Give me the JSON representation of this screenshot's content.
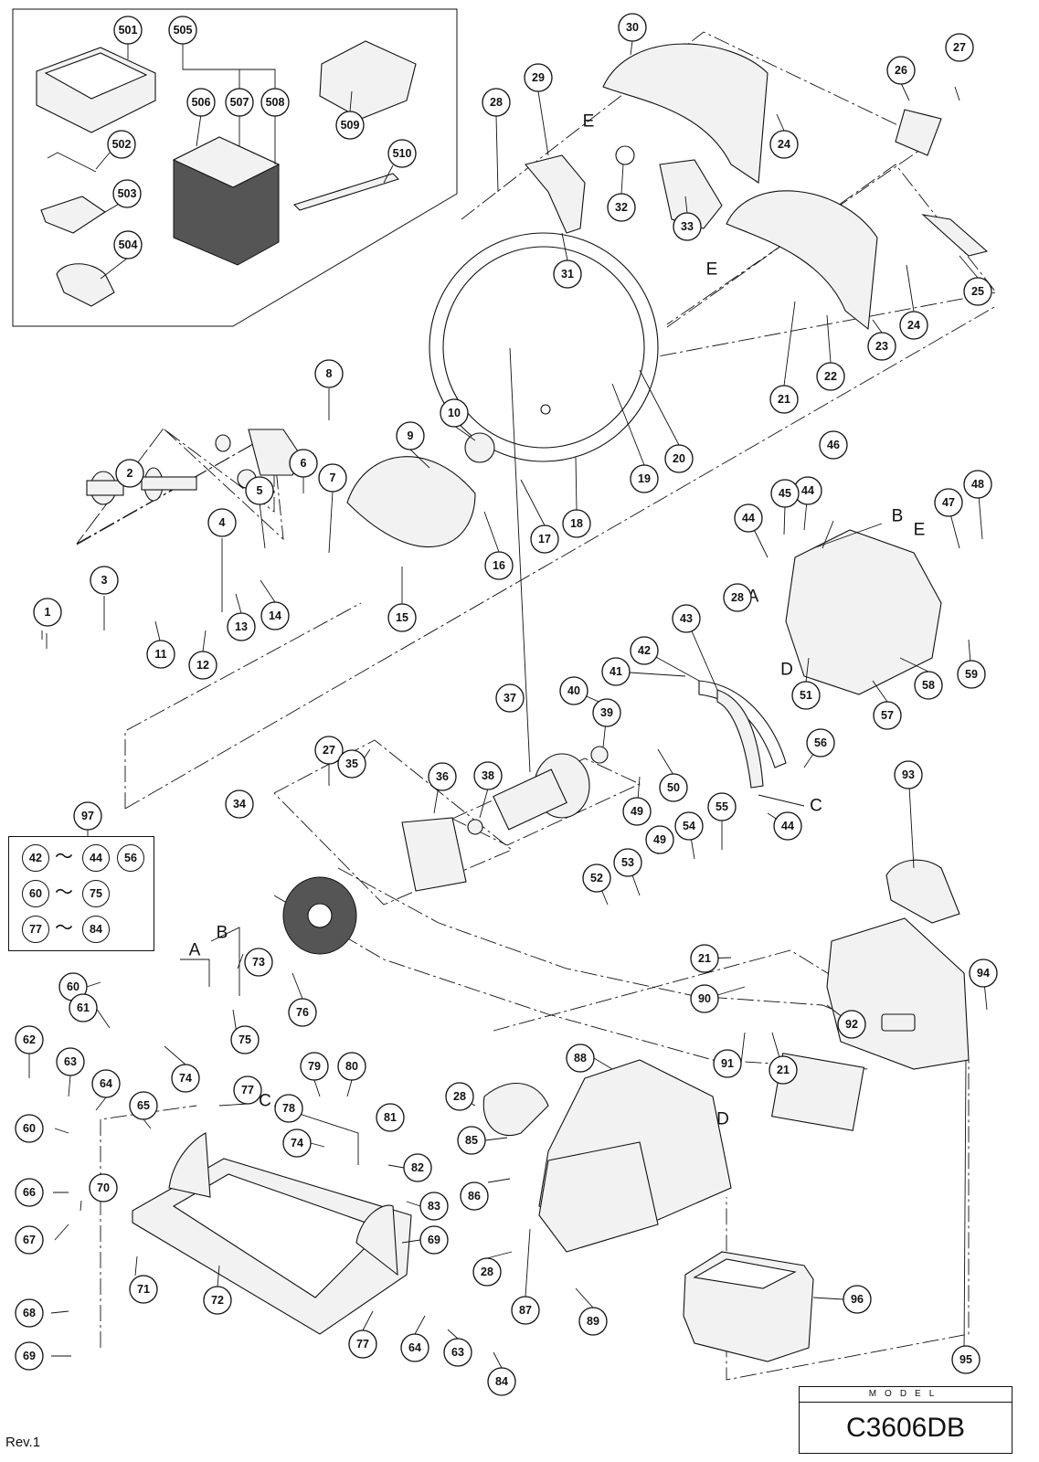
{
  "model": {
    "label": "MODEL",
    "number": "C3606DB"
  },
  "revision": "Rev.1",
  "reference_letters": [
    "A",
    "B",
    "C",
    "D",
    "E"
  ],
  "set_box": {
    "ref": "97",
    "tilde": "～",
    "rows": [
      {
        "from": "42",
        "to": "44",
        "extra": "56"
      },
      {
        "from": "60",
        "to": "75"
      },
      {
        "from": "77",
        "to": "84"
      }
    ]
  },
  "callouts": [
    "1",
    "2",
    "3",
    "4",
    "5",
    "6",
    "7",
    "8",
    "9",
    "10",
    "11",
    "12",
    "13",
    "14",
    "15",
    "16",
    "17",
    "18",
    "19",
    "20",
    "21",
    "22",
    "23",
    "24",
    "25",
    "26",
    "27",
    "28",
    "29",
    "30",
    "31",
    "32",
    "33",
    "34",
    "35",
    "36",
    "37",
    "38",
    "39",
    "40",
    "41",
    "42",
    "43",
    "44",
    "45",
    "46",
    "47",
    "48",
    "49",
    "50",
    "51",
    "52",
    "53",
    "54",
    "55",
    "56",
    "57",
    "58",
    "59",
    "60",
    "61",
    "62",
    "63",
    "64",
    "65",
    "66",
    "67",
    "68",
    "69",
    "70",
    "71",
    "72",
    "73",
    "74",
    "75",
    "76",
    "77",
    "78",
    "79",
    "80",
    "81",
    "82",
    "83",
    "84",
    "85",
    "86",
    "87",
    "88",
    "89",
    "90",
    "91",
    "92",
    "93",
    "94",
    "95",
    "96",
    "501",
    "502",
    "503",
    "504",
    "505",
    "506",
    "507",
    "508",
    "509",
    "510"
  ]
}
